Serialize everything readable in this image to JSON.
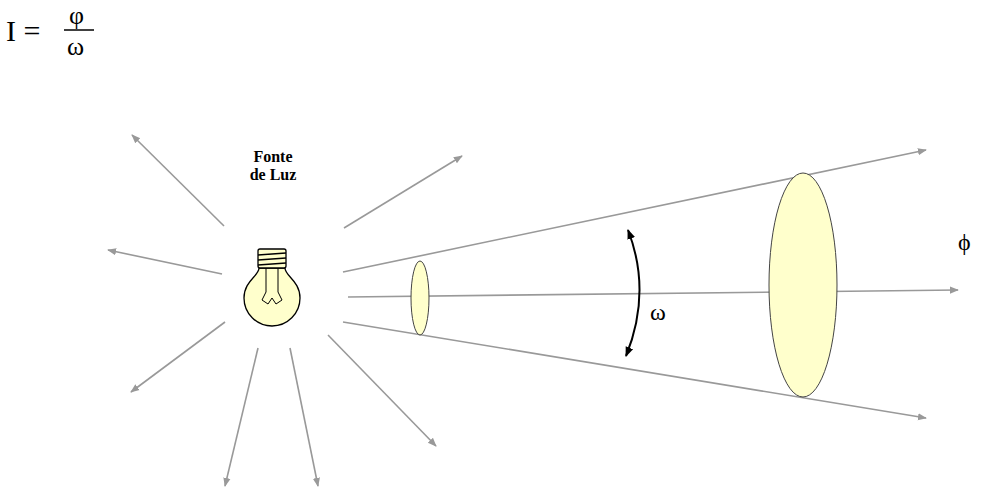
{
  "diagram": {
    "labels": [
      "I =",
      "φ",
      "ω",
      "Fonte de Luz",
      "ω",
      "ϕ"
    ]
  }
}
